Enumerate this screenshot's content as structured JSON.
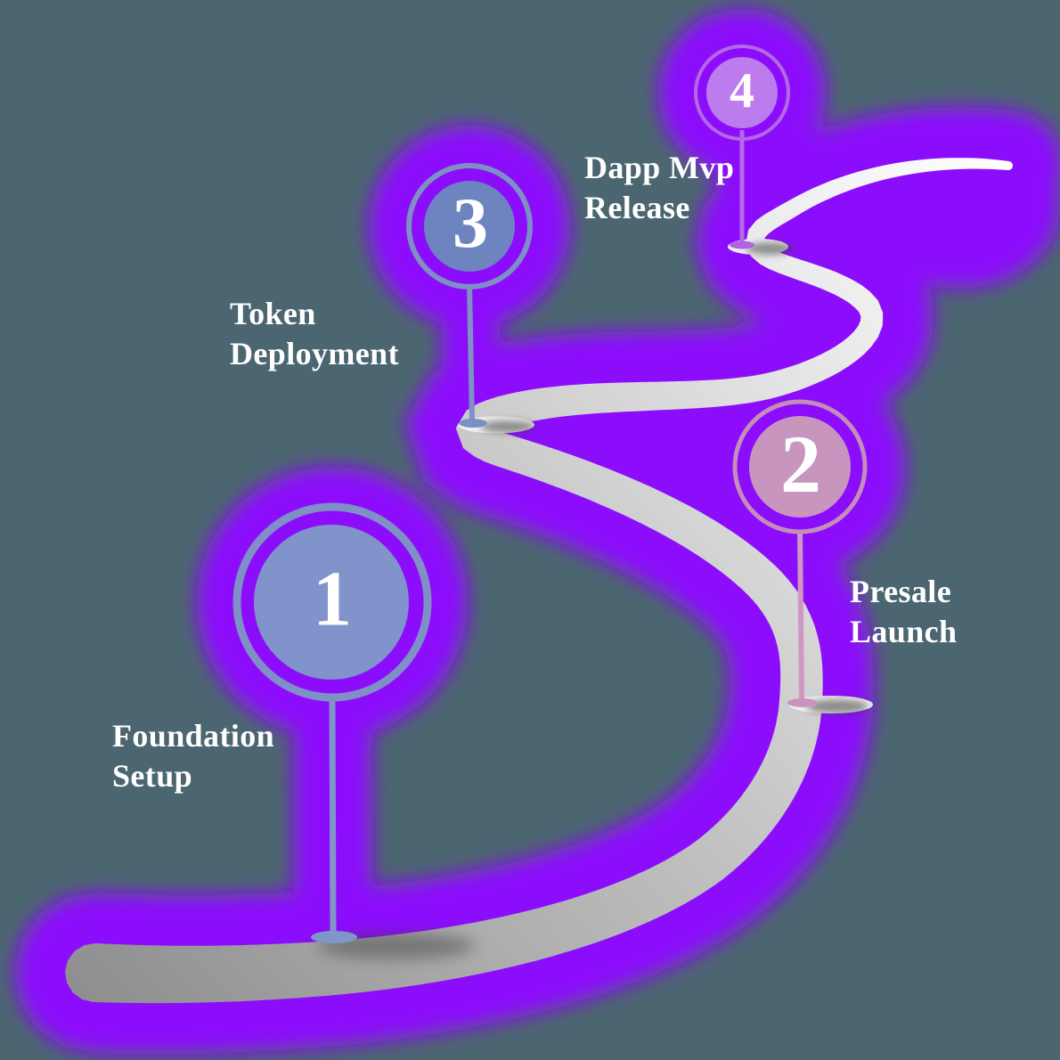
{
  "diagram_type": "crypto project roadmap with winding road and numbered milestone pins",
  "colors": {
    "background": "#4b6670",
    "glow": "#8c08fc",
    "road_dark": "#8f8f8f",
    "road_mid": "#c0c0c0",
    "road_bright": "#ececec",
    "road_light": "#ffffff",
    "base_ellipse": "#efefef",
    "shadow": "#3e3e3e",
    "text": "#ffffff"
  },
  "milestones": [
    {
      "number": "1",
      "label_line1": "Foundation",
      "label_line2": "Setup",
      "circle_fill": "#8093ca",
      "ring": "#7e90c5",
      "stem": "#8095c8",
      "foot": "#8095c8"
    },
    {
      "number": "2",
      "label_line1": "Presale",
      "label_line2": "Launch",
      "circle_fill": "#c795be",
      "ring": "#c48eb8",
      "stem": "#cf97c1",
      "foot": "#cc93c0"
    },
    {
      "number": "3",
      "label_line1": "Token",
      "label_line2": "Deployment",
      "circle_fill": "#6e84c0",
      "ring": "#7d90c3",
      "stem": "#7e91c4",
      "foot": "#7b8ec6"
    },
    {
      "number": "4",
      "label_line1": "Dapp Mvp",
      "label_line2": "Release",
      "circle_fill": "#bd7cee",
      "ring": "#b469e3",
      "stem": "#b668e6",
      "foot": "#b163e4"
    }
  ]
}
